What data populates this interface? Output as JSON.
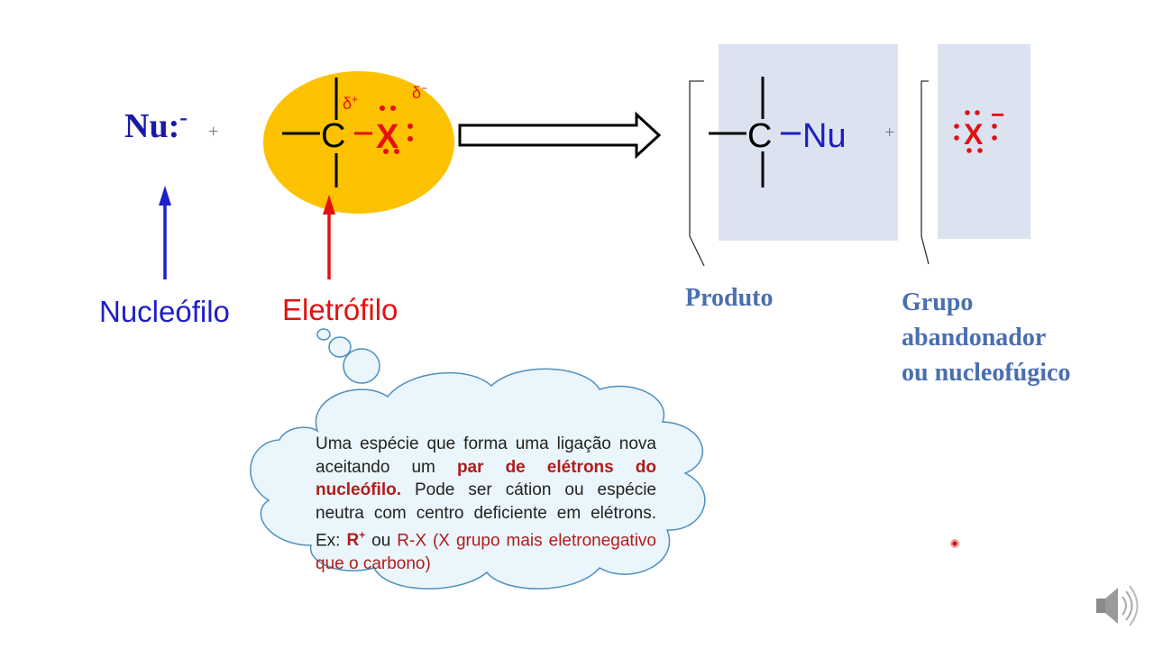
{
  "reagent": {
    "nucleophile": "Nu:",
    "nucleophile_charge": "-",
    "plus": "+"
  },
  "electrophile_molecule": {
    "carbon": "C",
    "halogen": "X",
    "delta_plus": "δ+",
    "delta_minus": "δ−"
  },
  "product_molecule": {
    "carbon": "C",
    "nucleophile": "Nu"
  },
  "leaving_group": {
    "atom": "X",
    "charge": "−"
  },
  "labels": {
    "nucleofilo": "Nucleófilo",
    "eletrofilo": "Eletrófilo",
    "produto": "Produto",
    "grupo_line1": "Grupo",
    "grupo_line2": "abandonador",
    "grupo_line3": "ou nucleofúgico"
  },
  "cloud": {
    "part1": "Uma espécie que forma uma ligação nova aceitando um ",
    "highlight": "par de elétrons do nucleófilo.",
    "part2": " Pode ser cátion ou espécie neutra com centro deficiente em elétrons. Ex: ",
    "r_plus_base": "R",
    "r_plus_sup": "+",
    "or": " ou ",
    "example2": "R-X (X grupo mais eletronegativo que o carbono)"
  },
  "colors": {
    "blue": "#1a1aa8",
    "red": "#e51010",
    "orange_ellipse": "#fcc200",
    "panel": "#dbe3f0",
    "label_blue": "#4a6fb0",
    "cloud_fill": "#eaf6fb",
    "cloud_stroke": "#4f8fbf"
  },
  "icons": [
    "speaker-icon"
  ]
}
